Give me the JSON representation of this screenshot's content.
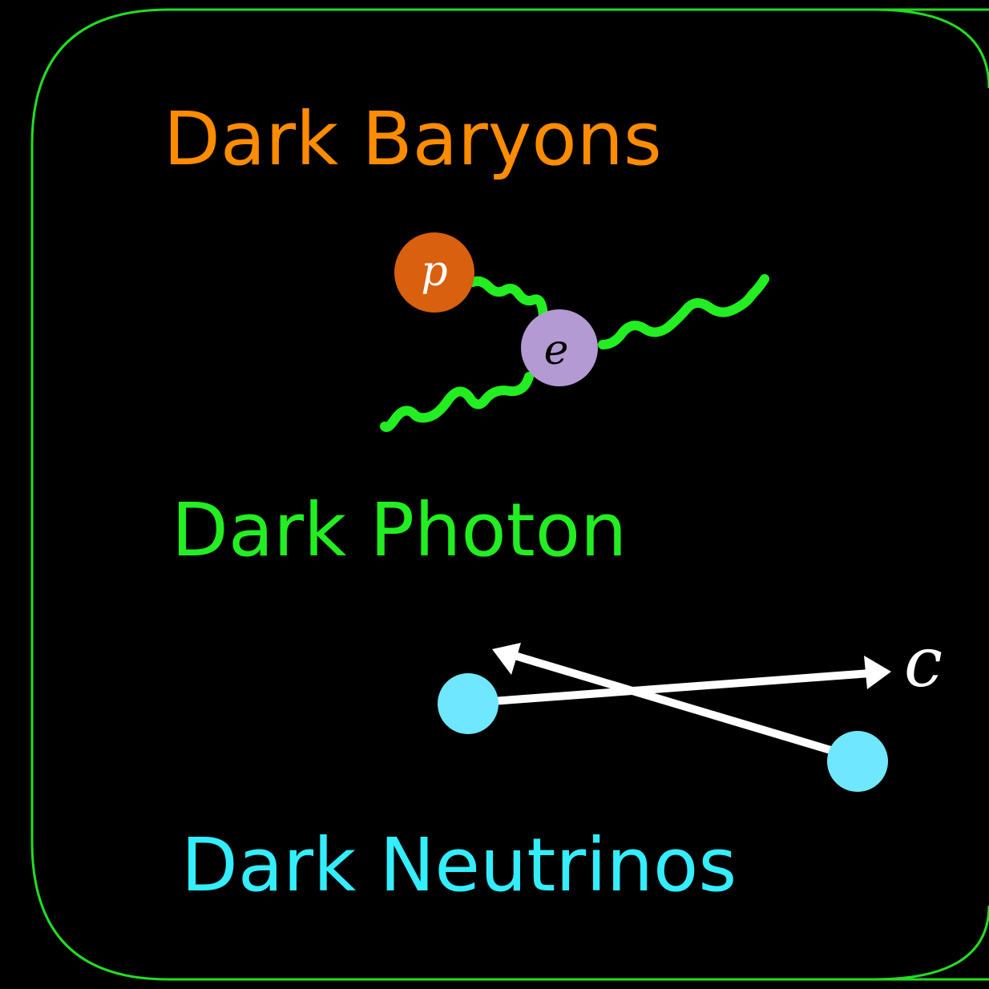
{
  "headings": {
    "baryons": "Dark Baryons",
    "photon": "Dark Photon",
    "neutrinos": "Dark Neutrinos"
  },
  "particles": {
    "proton_symbol": "p",
    "electron_symbol": "e",
    "light_speed_symbol": "c"
  },
  "colors": {
    "background": "#000000",
    "frame": "#22dd22",
    "baryons": "#ff8c00",
    "photon": "#22ee22",
    "neutrinos": "#33eeff",
    "proton": "#d9600e",
    "electron": "#b49ad2",
    "neutrino_dot": "#6fe8ff",
    "arrow": "#ffffff"
  }
}
